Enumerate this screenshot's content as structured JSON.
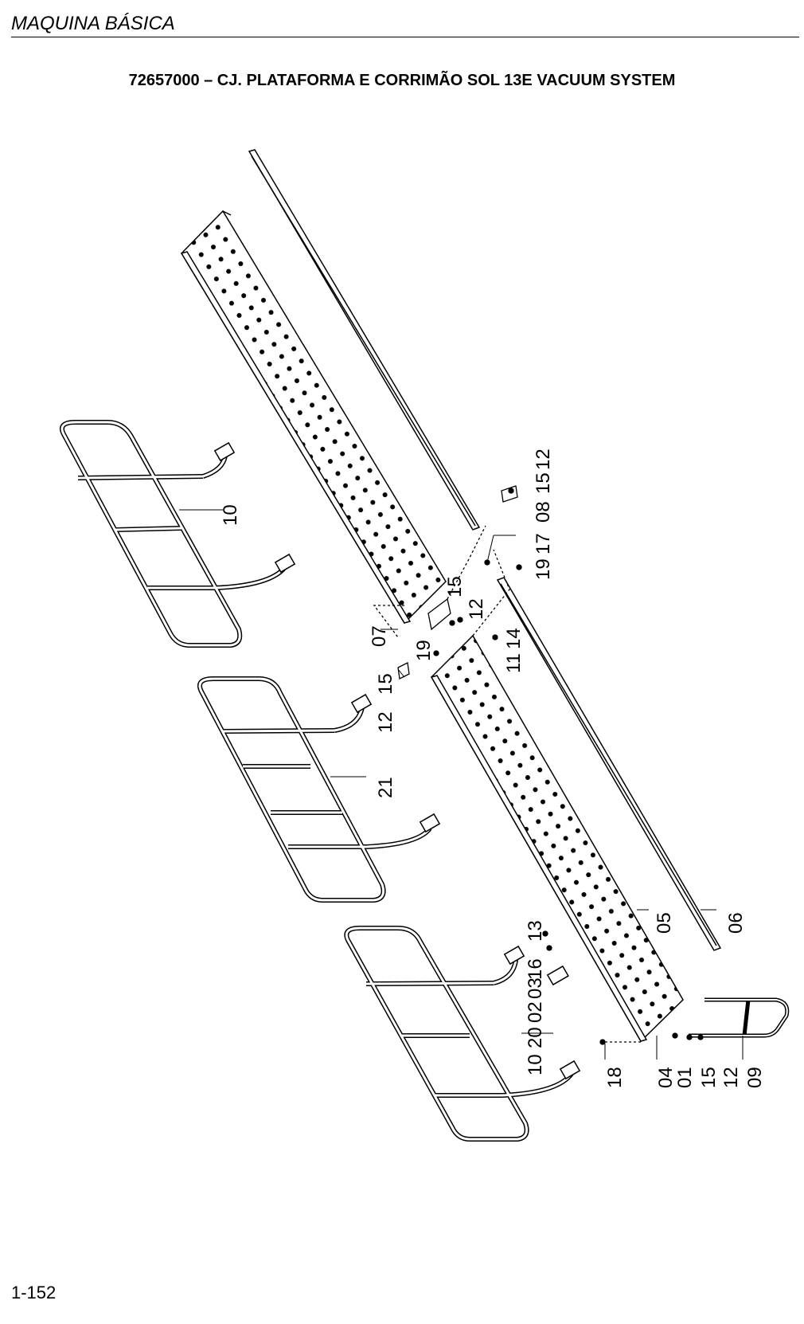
{
  "header": {
    "section": "MAQUINA BÁSICA"
  },
  "title": "72657000 – CJ. PLATAFORMA E CORRIMÃO SOL 13E VACUUM SYSTEM",
  "callouts": {
    "c10_top": "10",
    "c07": "07",
    "c15_a": "15",
    "c12_a": "12",
    "c19_a": "19",
    "c15_b": "15",
    "c12_b": "12",
    "c11": "11",
    "c14": "14",
    "c17": "17",
    "c19_b": "19",
    "c08": "08",
    "c15_c": "15",
    "c12_c": "12",
    "c21": "21",
    "c05": "05",
    "c06": "06",
    "c13": "13",
    "c16": "16",
    "c03": "03",
    "c02": "02",
    "c20": "20",
    "c10_bottom": "10",
    "c18": "18",
    "c04": "04",
    "c01": "01",
    "c15_d": "15",
    "c12_d": "12",
    "c09": "09"
  },
  "footer": {
    "page_number": "1-152"
  }
}
